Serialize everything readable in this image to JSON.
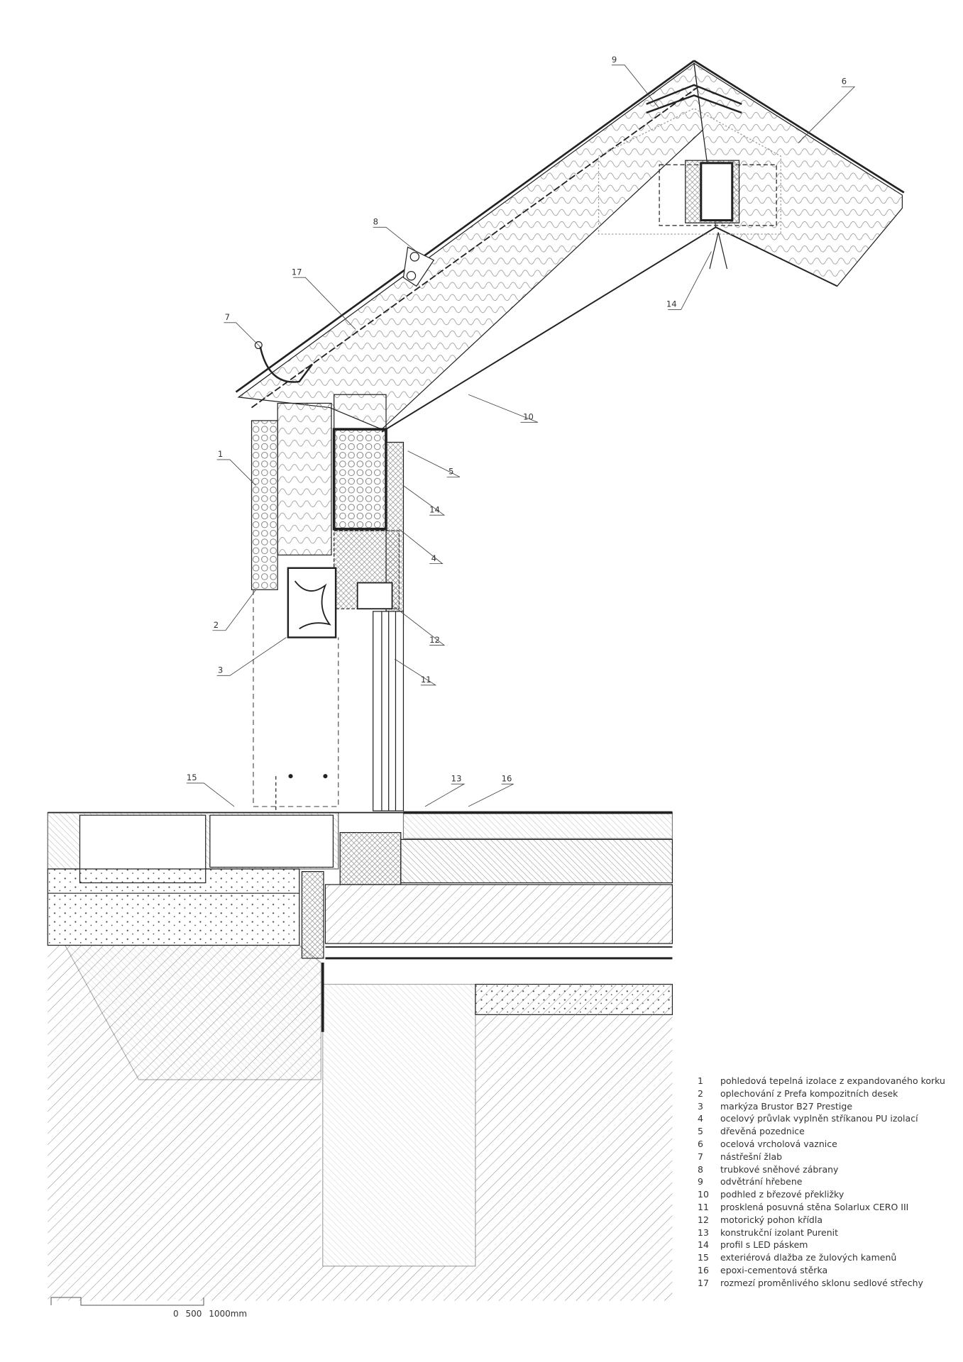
{
  "callouts": [
    {
      "id": "9",
      "label": "9"
    },
    {
      "id": "6",
      "label": "6"
    },
    {
      "id": "8",
      "label": "8"
    },
    {
      "id": "17",
      "label": "17"
    },
    {
      "id": "7",
      "label": "7"
    },
    {
      "id": "14a",
      "label": "14"
    },
    {
      "id": "10",
      "label": "10"
    },
    {
      "id": "1",
      "label": "1"
    },
    {
      "id": "5",
      "label": "5"
    },
    {
      "id": "14b",
      "label": "14"
    },
    {
      "id": "4",
      "label": "4"
    },
    {
      "id": "2",
      "label": "2"
    },
    {
      "id": "12",
      "label": "12"
    },
    {
      "id": "3",
      "label": "3"
    },
    {
      "id": "11",
      "label": "11"
    },
    {
      "id": "15",
      "label": "15"
    },
    {
      "id": "13",
      "label": "13"
    },
    {
      "id": "16",
      "label": "16"
    }
  ],
  "legend": [
    {
      "num": "1",
      "text": "pohledová tepelná izolace z expandovaného korku"
    },
    {
      "num": "2",
      "text": "oplechování z Prefa kompozitních desek"
    },
    {
      "num": "3",
      "text": "markýza Brustor B27 Prestige"
    },
    {
      "num": "4",
      "text": "ocelový průvlak vyplněn stříkanou PU izolací"
    },
    {
      "num": "5",
      "text": "dřevěná pozednice"
    },
    {
      "num": "6",
      "text": "ocelová vrcholová vaznice"
    },
    {
      "num": "7",
      "text": "nástřešní žlab"
    },
    {
      "num": "8",
      "text": "trubkové sněhové zábrany"
    },
    {
      "num": "9",
      "text": "odvětrání hřebene"
    },
    {
      "num": "10",
      "text": "podhled z březové překližky"
    },
    {
      "num": "11",
      "text": "prosklená posuvná stěna Solarlux CERO III"
    },
    {
      "num": "12",
      "text": "motorický pohon křídla"
    },
    {
      "num": "13",
      "text": "konstrukční izolant Purenit"
    },
    {
      "num": "14",
      "text": "profil s LED páskem"
    },
    {
      "num": "15",
      "text": "exteriérová dlažba ze žulových kamenů"
    },
    {
      "num": "16",
      "text": "epoxi-cementová stěrka"
    },
    {
      "num": "17",
      "text": "rozmezí proměnlivého sklonu sedlové střechy"
    }
  ],
  "scale": {
    "zero": "0",
    "mid": "500",
    "end": "1000mm"
  }
}
